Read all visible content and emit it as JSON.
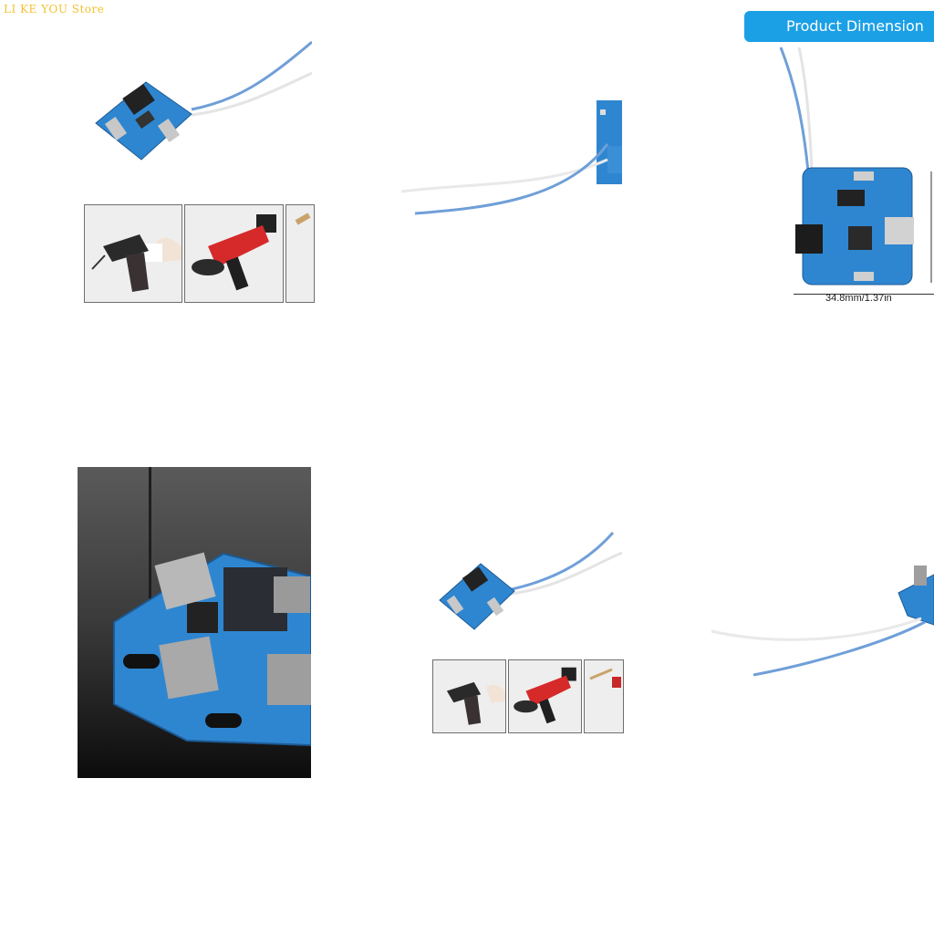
{
  "store": {
    "name": "LI KE YOU Store"
  },
  "dimension_panel": {
    "banner": "Product Dimension",
    "width_label": "34.8mm/1.37in"
  },
  "thumbnails": [
    {
      "icon": "glue-gun-icon"
    },
    {
      "icon": "angle-grinder-icon"
    },
    {
      "icon": "spray-gun-icon"
    }
  ],
  "colors": {
    "pcb_blue": "#2f86d0",
    "banner_blue": "#1ba0e6",
    "store_gold": "#f2c230",
    "wire_blue": "#6f9fd8"
  }
}
